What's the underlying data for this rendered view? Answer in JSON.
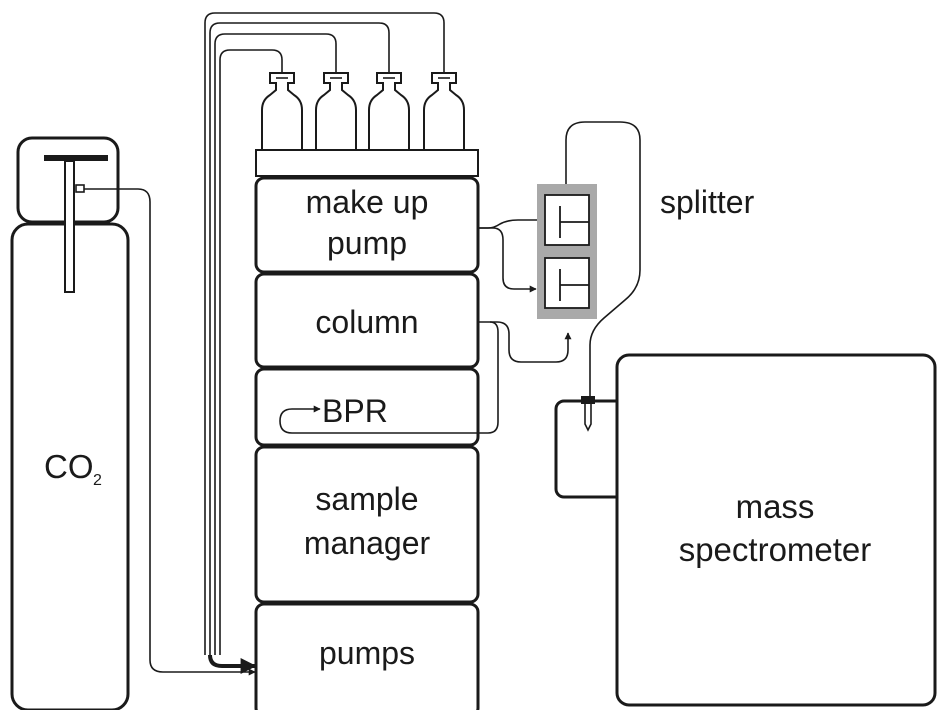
{
  "labels": {
    "co2_main": "CO",
    "co2_sub": "2",
    "makeup_line1": "make up",
    "makeup_line2": "pump",
    "column": "column",
    "bpr": "BPR",
    "sample_line1": "sample",
    "sample_line2": "manager",
    "pumps": "pumps",
    "splitter": "splitter",
    "ms_line1": "mass",
    "ms_line2": "spectrometer"
  },
  "colors": {
    "line": "#1a1a1a",
    "splitter_frame": "#a9a9a9",
    "background": "#ffffff"
  }
}
